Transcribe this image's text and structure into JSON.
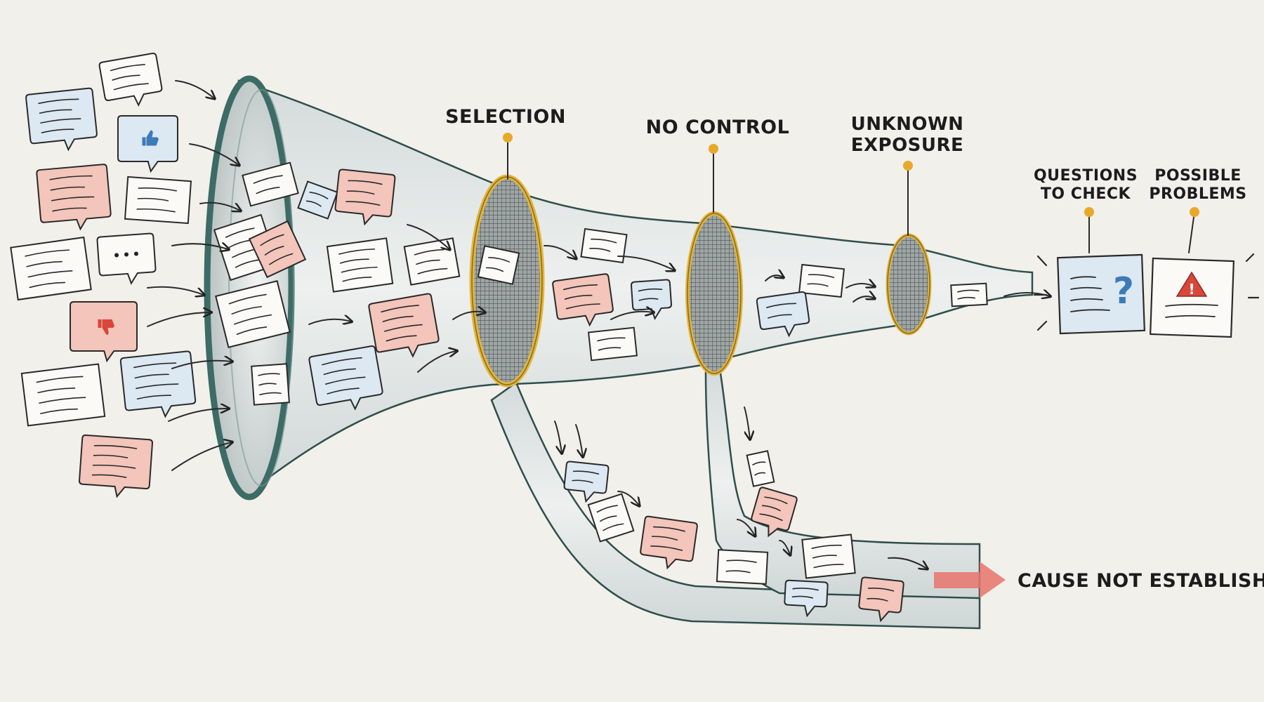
{
  "labels": {
    "selection": "SELECTION",
    "no_control": "NO CONTROL",
    "unknown_exposure_1": "UNKNOWN",
    "unknown_exposure_2": "EXPOSURE",
    "questions_1": "QUESTIONS",
    "questions_2": "TO CHECK",
    "problems_1": "POSSIBLE",
    "problems_2": "PROBLEMS",
    "conclusion": "CAUSE NOT ESTABLISHED"
  },
  "icons": {
    "like": "thumbs-up-icon",
    "dislike": "thumbs-down-icon",
    "ellipsis": "ellipsis-icon",
    "question": "question-mark-icon",
    "warning": "warning-icon"
  },
  "colors": {
    "background": "#f2f0eb",
    "funnel_rim": "#3d6b66",
    "filter_ring": "#e2b53c",
    "pin": "#e8a92a",
    "red_note": "#f3c5bb",
    "blue_note": "#dce8f2",
    "white_note": "#fbfaf7",
    "red_arrow": "#e7746c",
    "question_blue": "#3d7ab8",
    "warning_red": "#d9473a"
  }
}
